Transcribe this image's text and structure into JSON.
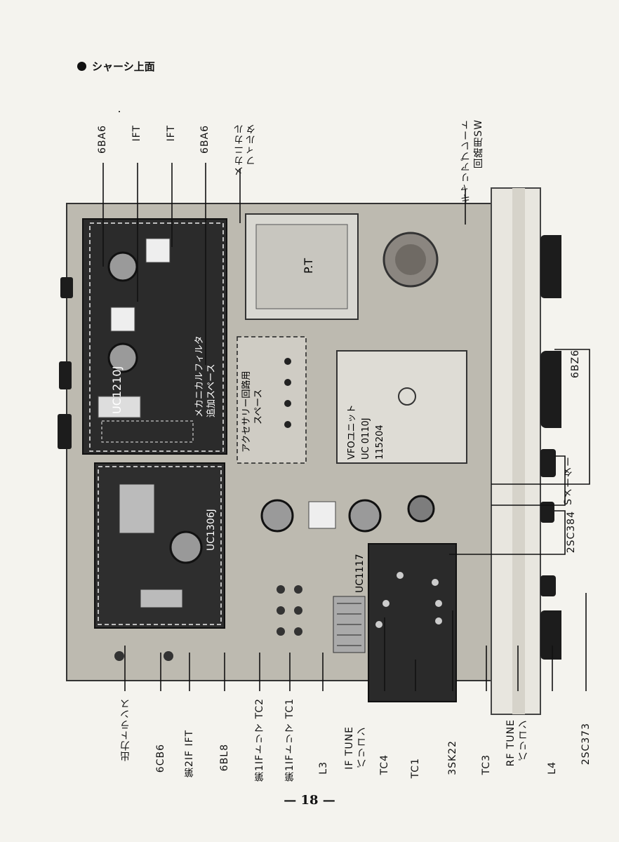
{
  "header": {
    "title": "シャーシ上面"
  },
  "top_labels": [
    {
      "id": "6ba6-a",
      "text": "6BA6"
    },
    {
      "id": "ift-a",
      "text": "IFT"
    },
    {
      "id": "ift-b",
      "text": "IFT"
    },
    {
      "id": "6ba6-b",
      "text": "6BA6"
    },
    {
      "id": "mech-filter-1",
      "text": "メカニカル"
    },
    {
      "id": "mech-filter-2",
      "text": "フィルタ"
    },
    {
      "id": "carrier-1",
      "text": "キャリアプレート"
    },
    {
      "id": "carrier-2",
      "text": "回路用SW"
    }
  ],
  "right_labels": [
    {
      "id": "6bz6",
      "text": "6BZ6"
    },
    {
      "id": "s-meter",
      "text": "Sメーター"
    },
    {
      "id": "2sc384",
      "text": "2SC384"
    }
  ],
  "bottom_labels": [
    {
      "id": "out-trans",
      "text": "出力トランス"
    },
    {
      "id": "6cb6",
      "text": "6CB6"
    },
    {
      "id": "ift2",
      "text": "第2IF IFT"
    },
    {
      "id": "6bl8",
      "text": "6BL8"
    },
    {
      "id": "tc2",
      "text": "第1IFトリマ TC2"
    },
    {
      "id": "tc1-trim",
      "text": "第1IFトリマ TC1"
    },
    {
      "id": "l3",
      "text": "L3"
    },
    {
      "id": "if-tune-1",
      "text": "IF TUNE"
    },
    {
      "id": "if-tune-2",
      "text": "バリコン"
    },
    {
      "id": "tc4",
      "text": "TC4"
    },
    {
      "id": "tc1",
      "text": "TC1"
    },
    {
      "id": "3sk22",
      "text": "3SK22"
    },
    {
      "id": "tc3",
      "text": "TC3"
    },
    {
      "id": "rf-tune-1",
      "text": "RF TUNE"
    },
    {
      "id": "rf-tune-2",
      "text": "バリコン"
    },
    {
      "id": "l4",
      "text": "L4"
    },
    {
      "id": "2sc373",
      "text": "2SC373"
    }
  ],
  "photo_text": {
    "uc1210j": "UC1210J",
    "mech_space_1": "メカニカルフィルタ",
    "mech_space_2": "追加スペース",
    "pt": "P.T",
    "accessory_1": "アクセサリー回路用",
    "accessory_2": "スペース",
    "vfo_1": "VFOユニット",
    "vfo_2": "UC 0110J",
    "vfo_3": "115204",
    "uc1306j": "UC1306J",
    "uc1117": "UC1117"
  },
  "page": {
    "number": "— 18 —"
  }
}
